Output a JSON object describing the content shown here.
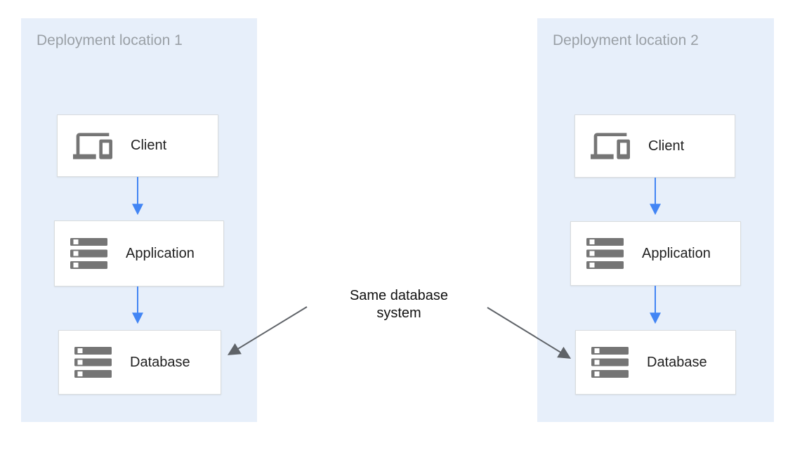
{
  "diagram": {
    "panels": [
      {
        "title": "Deployment location 1",
        "nodes": [
          {
            "label": "Client",
            "icon": "devices-icon"
          },
          {
            "label": "Application",
            "icon": "server-stack-icon"
          },
          {
            "label": "Database",
            "icon": "server-stack-icon"
          }
        ]
      },
      {
        "title": "Deployment location 2",
        "nodes": [
          {
            "label": "Client",
            "icon": "devices-icon"
          },
          {
            "label": "Application",
            "icon": "server-stack-icon"
          },
          {
            "label": "Database",
            "icon": "server-stack-icon"
          }
        ]
      }
    ],
    "annotation": {
      "label": "Same database system"
    },
    "colors": {
      "panel_background": "#e7effa",
      "node_background": "#ffffff",
      "node_border": "#d9dcde",
      "flow_arrow_blue": "#4285f4",
      "annotation_arrow_gray": "#5f6368",
      "icon_gray": "#757575",
      "panel_title_gray": "#9aa0a6",
      "node_label_color": "#212121",
      "annotation_text_color": "#101010"
    }
  }
}
